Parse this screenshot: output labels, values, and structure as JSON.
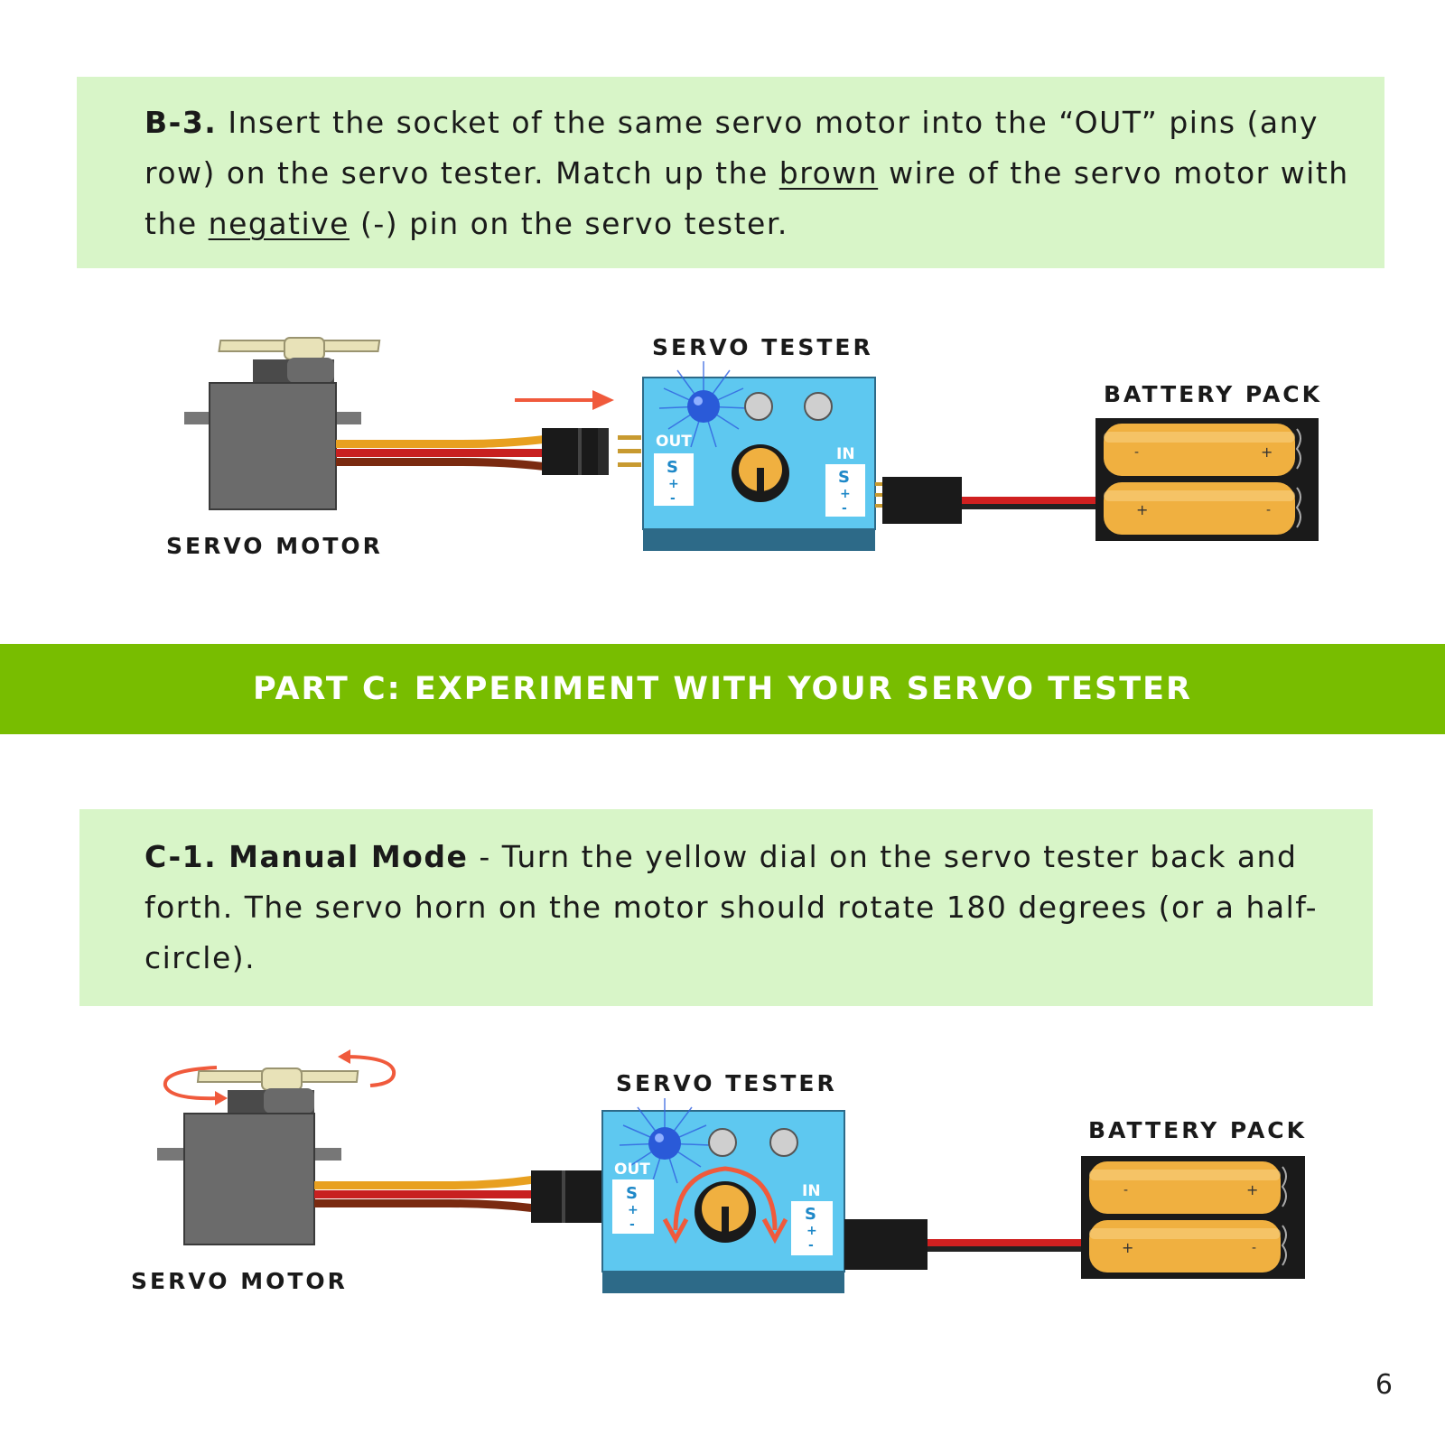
{
  "step_b3": {
    "id": "B-3.",
    "text_1": " Insert the socket of the same servo motor into the “OUT” pins (any row) on the servo tester. Match up the ",
    "brown": "brown",
    "text_2": " wire of the servo motor with the ",
    "negative": "negative",
    "text_3": " (-) pin on the servo tester."
  },
  "part_c": {
    "title": "PART C: EXPERIMENT WITH YOUR SERVO TESTER"
  },
  "step_c1": {
    "id": "C-1. Manual Mode",
    "text": " - Turn the yellow dial on the servo tester back and forth. The servo horn on the motor should rotate 180 degrees (or a half-circle)."
  },
  "diagram_1": {
    "servo_motor_label": "SERVO MOTOR",
    "servo_tester_label": "SERVO TESTER",
    "battery_pack_label": "BATTERY PACK",
    "out_label": "OUT",
    "in_label": "IN",
    "pins": [
      "S",
      "+",
      "-"
    ],
    "battery_plus": "+",
    "battery_minus": "-"
  },
  "diagram_2": {
    "servo_motor_label": "SERVO MOTOR",
    "servo_tester_label": "SERVO TESTER",
    "battery_pack_label": "BATTERY PACK",
    "out_label": "OUT",
    "in_label": "IN",
    "pins": [
      "S",
      "+",
      "-"
    ],
    "battery_plus": "+",
    "battery_minus": "-"
  },
  "page_number": "6",
  "colors": {
    "step_box": "#d8f5c8",
    "banner": "#78bd00",
    "tester_blue": "#5ec8f0",
    "tester_dark": "#2d6a88",
    "arrow_red": "#f05a3c",
    "battery_gold": "#f0b040"
  }
}
